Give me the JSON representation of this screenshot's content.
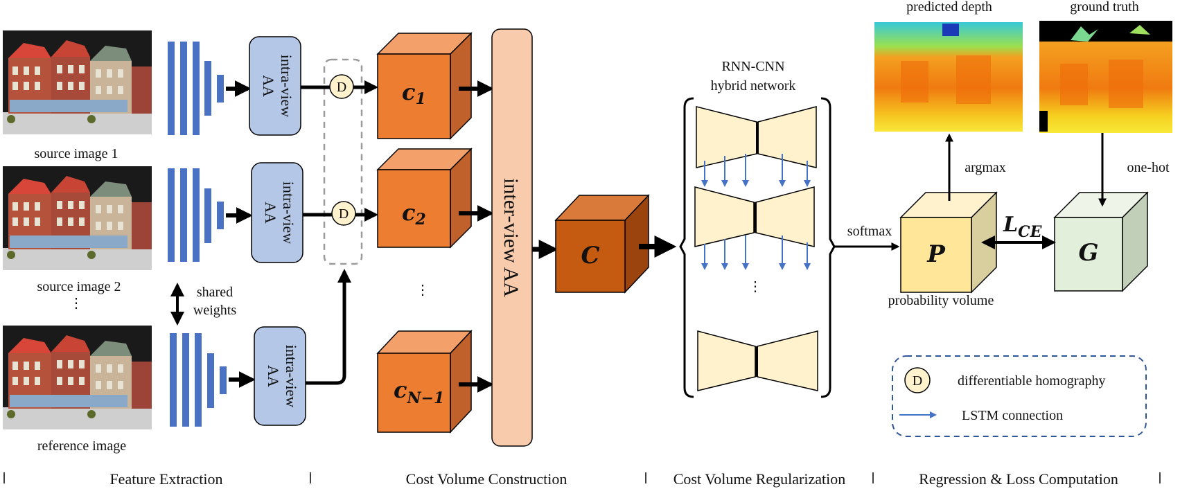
{
  "images": {
    "source1": "source image 1",
    "source2": "source image 2",
    "reference": "reference image"
  },
  "shared_weights": [
    "shared",
    "weights"
  ],
  "ellipsis": "⋮",
  "intra_view": [
    "intra-view",
    "AA"
  ],
  "homography_symbol": "D",
  "cost_volumes": {
    "c1": {
      "base": "c",
      "sub": "1"
    },
    "c2": {
      "base": "c",
      "sub": "2"
    },
    "cN": {
      "base": "c",
      "sub": "N−1"
    }
  },
  "inter_view_label": "inter-view AA",
  "combined_volume": "C",
  "rnn_cnn_label": [
    "RNN-CNN",
    "hybrid network"
  ],
  "softmax": "softmax",
  "prob_volume": {
    "symbol": "P",
    "label": "probability volume"
  },
  "gt_volume": {
    "symbol": "G"
  },
  "argmax": "argmax",
  "one_hot": "one-hot",
  "loss": {
    "base": "L",
    "sub": "CE"
  },
  "predicted_depth": "predicted depth",
  "ground_truth": "ground truth",
  "legend": {
    "homography": "differentiable homography",
    "lstm": "LSTM connection"
  },
  "sections": [
    "Feature Extraction",
    "Cost Volume Construction",
    "Cost Volume Regularization",
    "Regression & Loss Computation"
  ],
  "colors": {
    "feature_bar": "#4a72c4",
    "intra_box": "#b4c7e7",
    "cost_cube": "#ed7d31",
    "inter_view": "#f8cbad",
    "combined_cube": "#c55a11",
    "network": "#fff2cc",
    "lstm_arrow": "#4472c4",
    "prob_cube": "#ffe699",
    "gt_cube": "#e2efda"
  }
}
